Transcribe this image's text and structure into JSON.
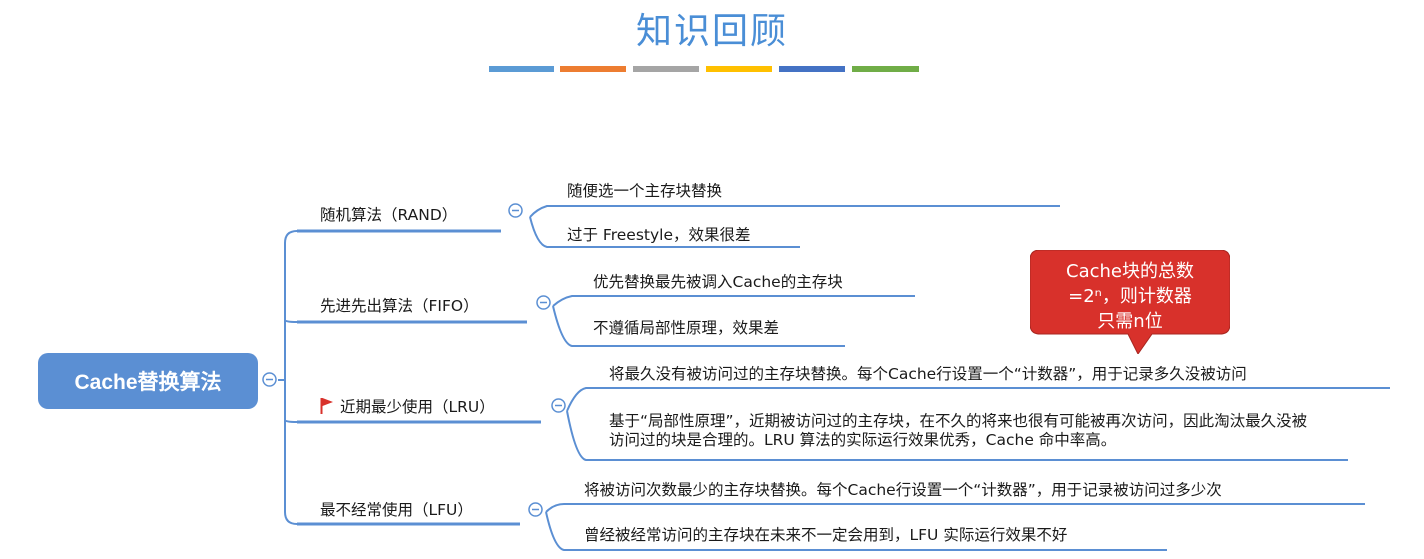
{
  "title": "知识回顾",
  "color_bars": [
    "#5b9bd5",
    "#ed7d31",
    "#a5a5a5",
    "#ffc000",
    "#4472c4",
    "#70ad47"
  ],
  "root": {
    "label": "Cache替换算法"
  },
  "branches": [
    {
      "label": "随机算法（RAND）",
      "flag": false,
      "children": [
        "随便选一个主存块替换",
        "过于 Freestyle，效果很差"
      ]
    },
    {
      "label": "先进先出算法（FIFO）",
      "flag": false,
      "children": [
        "优先替换最先被调入Cache的主存块",
        "不遵循局部性原理，效果差"
      ]
    },
    {
      "label": "近期最少使用（LRU）",
      "flag": true,
      "children": [
        "将最久没有被访问过的主存块替换。每个Cache行设置一个“计数器”，用于记录多久没被访问",
        "基于“局部性原理”，近期被访问过的主存块，在不久的将来也很有可能被再次访问，因此淘汰最久没被访问过的块是合理的。LRU 算法的实际运行效果优秀，Cache 命中率高。"
      ]
    },
    {
      "label": "最不经常使用（LFU）",
      "flag": false,
      "children": [
        "将被访问次数最少的主存块替换。每个Cache行设置一个“计数器”，用于记录被访问过多少次",
        "曾经被经常访问的主存块在未来不一定会用到，LFU 实际运行效果不好"
      ]
    }
  ],
  "callout": {
    "lines": [
      "Cache块的总数",
      "=2ⁿ，则计数器",
      "只需n位"
    ]
  },
  "colors": {
    "line": "#5b8fd3",
    "root_fill": "#5b8fd3",
    "callout_fill": "#d8312b",
    "title": "#4a8ed6"
  }
}
